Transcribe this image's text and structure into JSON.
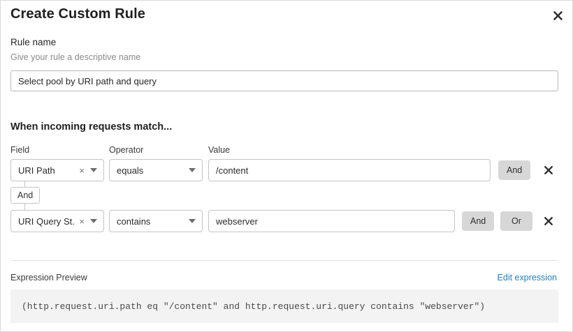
{
  "dialog": {
    "title": "Create Custom Rule",
    "close_icon": "close-icon"
  },
  "rule_name": {
    "label": "Rule name",
    "help": "Give your rule a descriptive name",
    "value": "Select pool by URI path and query",
    "placeholder": ""
  },
  "match": {
    "section_title": "When incoming requests match...",
    "columns": {
      "field": "Field",
      "operator": "Operator",
      "value": "Value"
    },
    "connector": "And",
    "rows": [
      {
        "field": "URI Path",
        "operator": "equals",
        "value": "/content",
        "clear_icon": "×",
        "logic_buttons": [
          "And"
        ],
        "delete_icon": "delete-icon"
      },
      {
        "field": "URI Query St...",
        "operator": "contains",
        "value": "webserver",
        "clear_icon": "×",
        "logic_buttons": [
          "And",
          "Or"
        ],
        "delete_icon": "delete-icon"
      }
    ]
  },
  "expression": {
    "label": "Expression Preview",
    "edit_link": "Edit expression",
    "code": "(http.request.uri.path eq \"/content\" and http.request.uri.query contains \"webserver\")"
  },
  "colors": {
    "link": "#2c7cb0",
    "logic_button_bg": "#d7d7d7",
    "expr_bg": "#f3f3f3"
  }
}
